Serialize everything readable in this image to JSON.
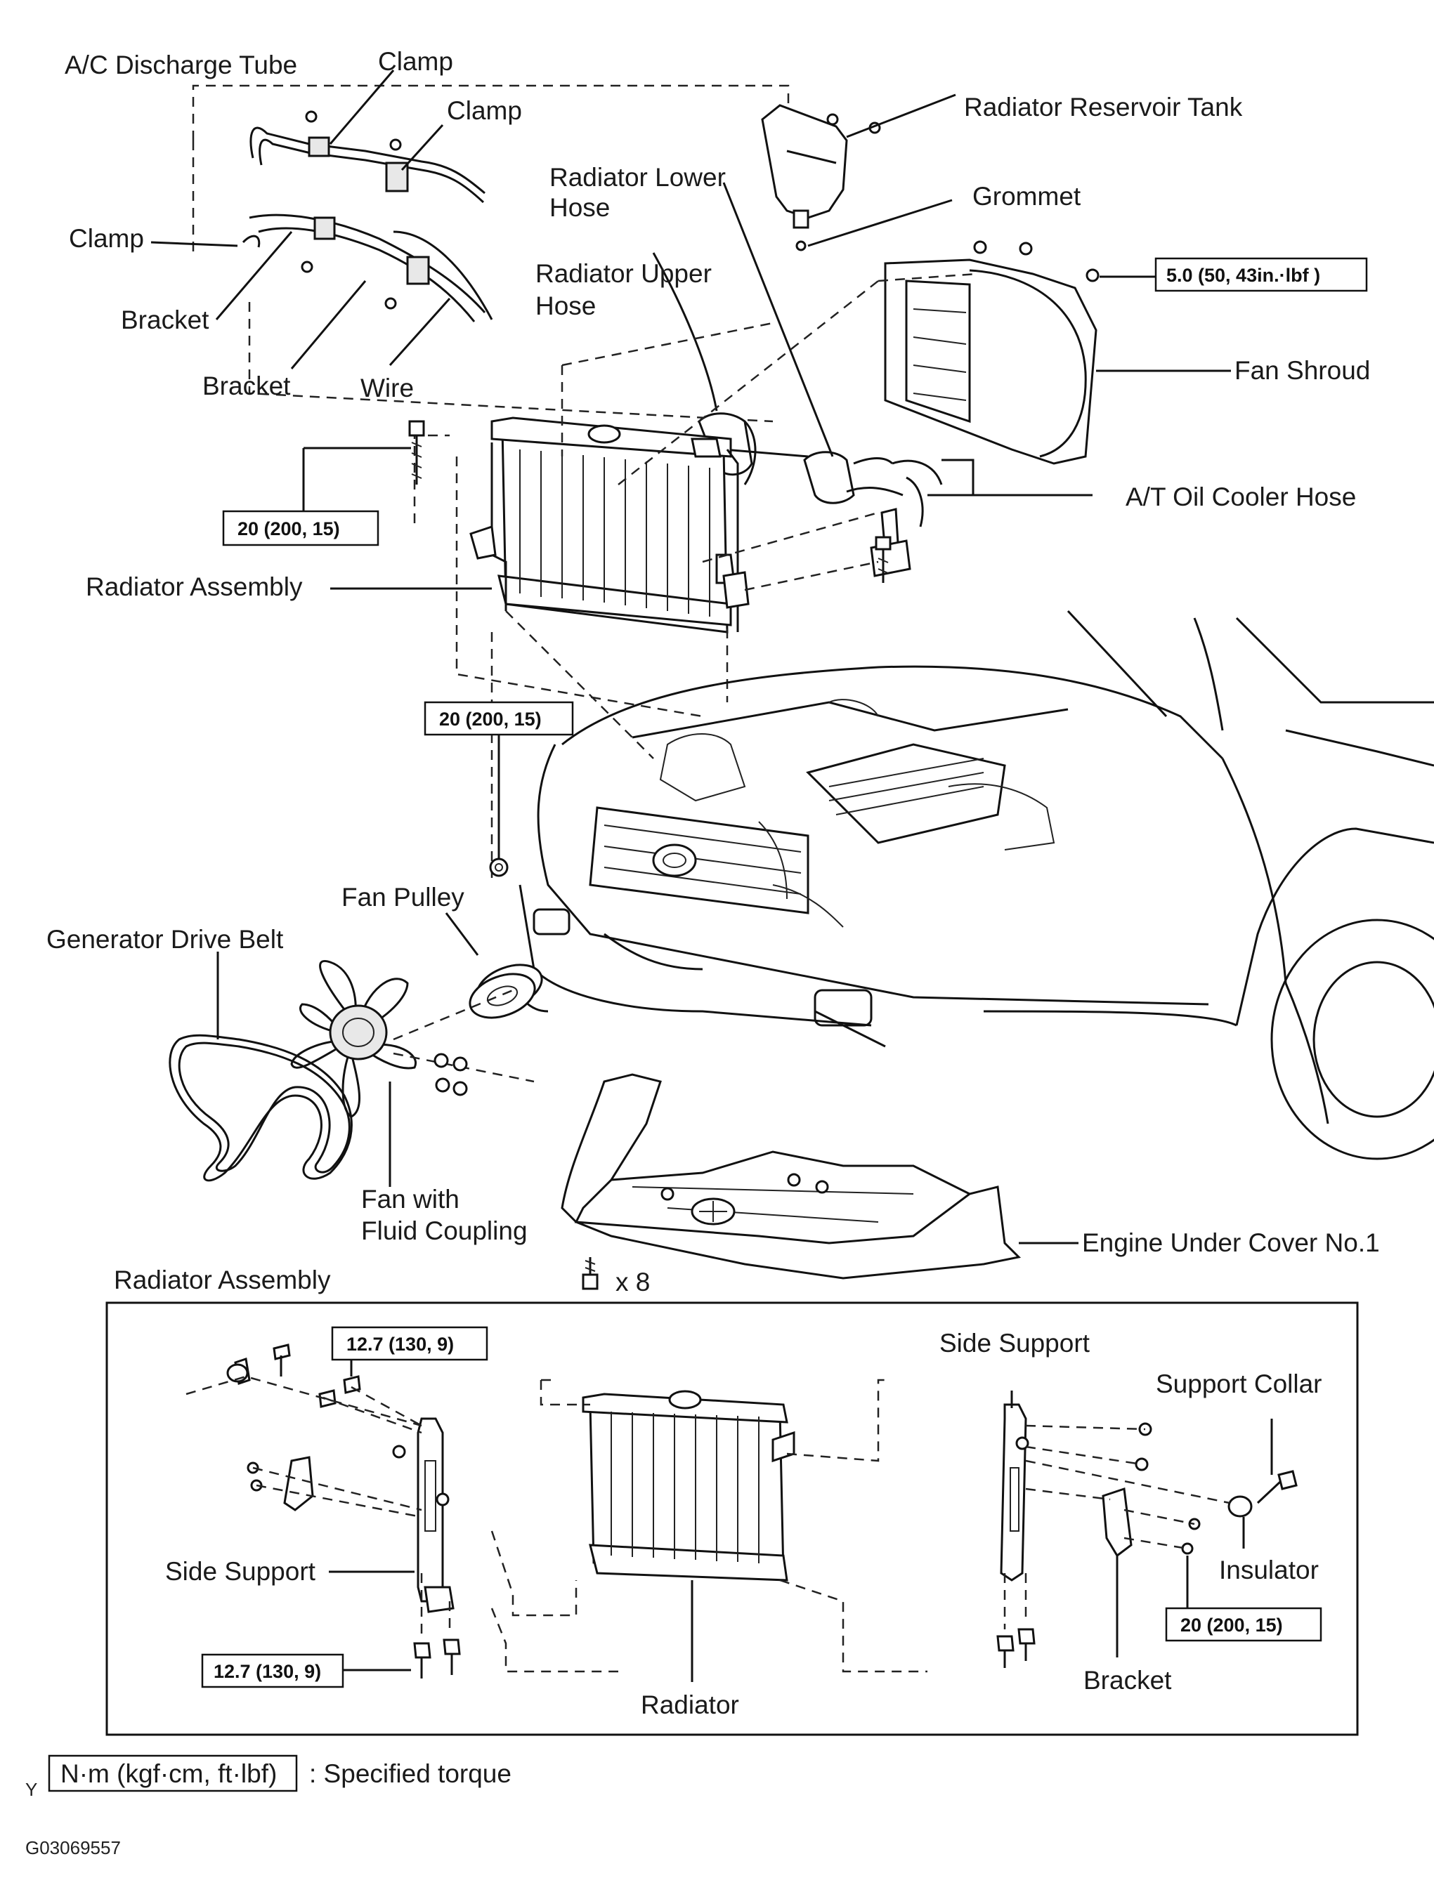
{
  "labels": {
    "ac_discharge_tube": "A/C Discharge Tube",
    "clamp_top": "Clamp",
    "clamp_mid": "Clamp",
    "clamp_left": "Clamp",
    "radiator_reservoir_tank": "Radiator Reservoir Tank",
    "radiator_lower_hose_1": "Radiator Lower",
    "radiator_lower_hose_2": "Hose",
    "grommet": "Grommet",
    "radiator_upper_hose_1": "Radiator Upper",
    "radiator_upper_hose_2": "Hose",
    "bracket_1": "Bracket",
    "bracket_2": "Bracket",
    "wire": "Wire",
    "fan_shroud": "Fan Shroud",
    "at_oil_cooler_hose": "A/T Oil Cooler Hose",
    "radiator_assembly": "Radiator Assembly",
    "fan_pulley": "Fan Pulley",
    "generator_drive_belt": "Generator Drive Belt",
    "fan_with_fluid_coupling_1": "Fan with",
    "fan_with_fluid_coupling_2": "Fluid Coupling",
    "engine_under_cover": "Engine Under Cover No.1",
    "bolt_count": "x 8",
    "inset_title": "Radiator Assembly",
    "side_support_right": "Side Support",
    "support_collar": "Support Collar",
    "insulator": "Insulator",
    "side_support_left": "Side Support",
    "radiator": "Radiator",
    "bracket_inset": "Bracket"
  },
  "torques": {
    "shroud": "5.0 (50, 43in.·lbf )",
    "upper_left": "20 (200, 15)",
    "lower_left": "20 (200, 15)",
    "inset_top": "12.7 (130, 9)",
    "inset_bottom": "12.7 (130, 9)",
    "inset_right": "20 (200, 15)"
  },
  "legend": {
    "marker": "Y",
    "unit_box": "N·m (kgf·cm, ft·lbf)",
    "meaning": ": Specified torque"
  },
  "figure_id": "G03069557"
}
